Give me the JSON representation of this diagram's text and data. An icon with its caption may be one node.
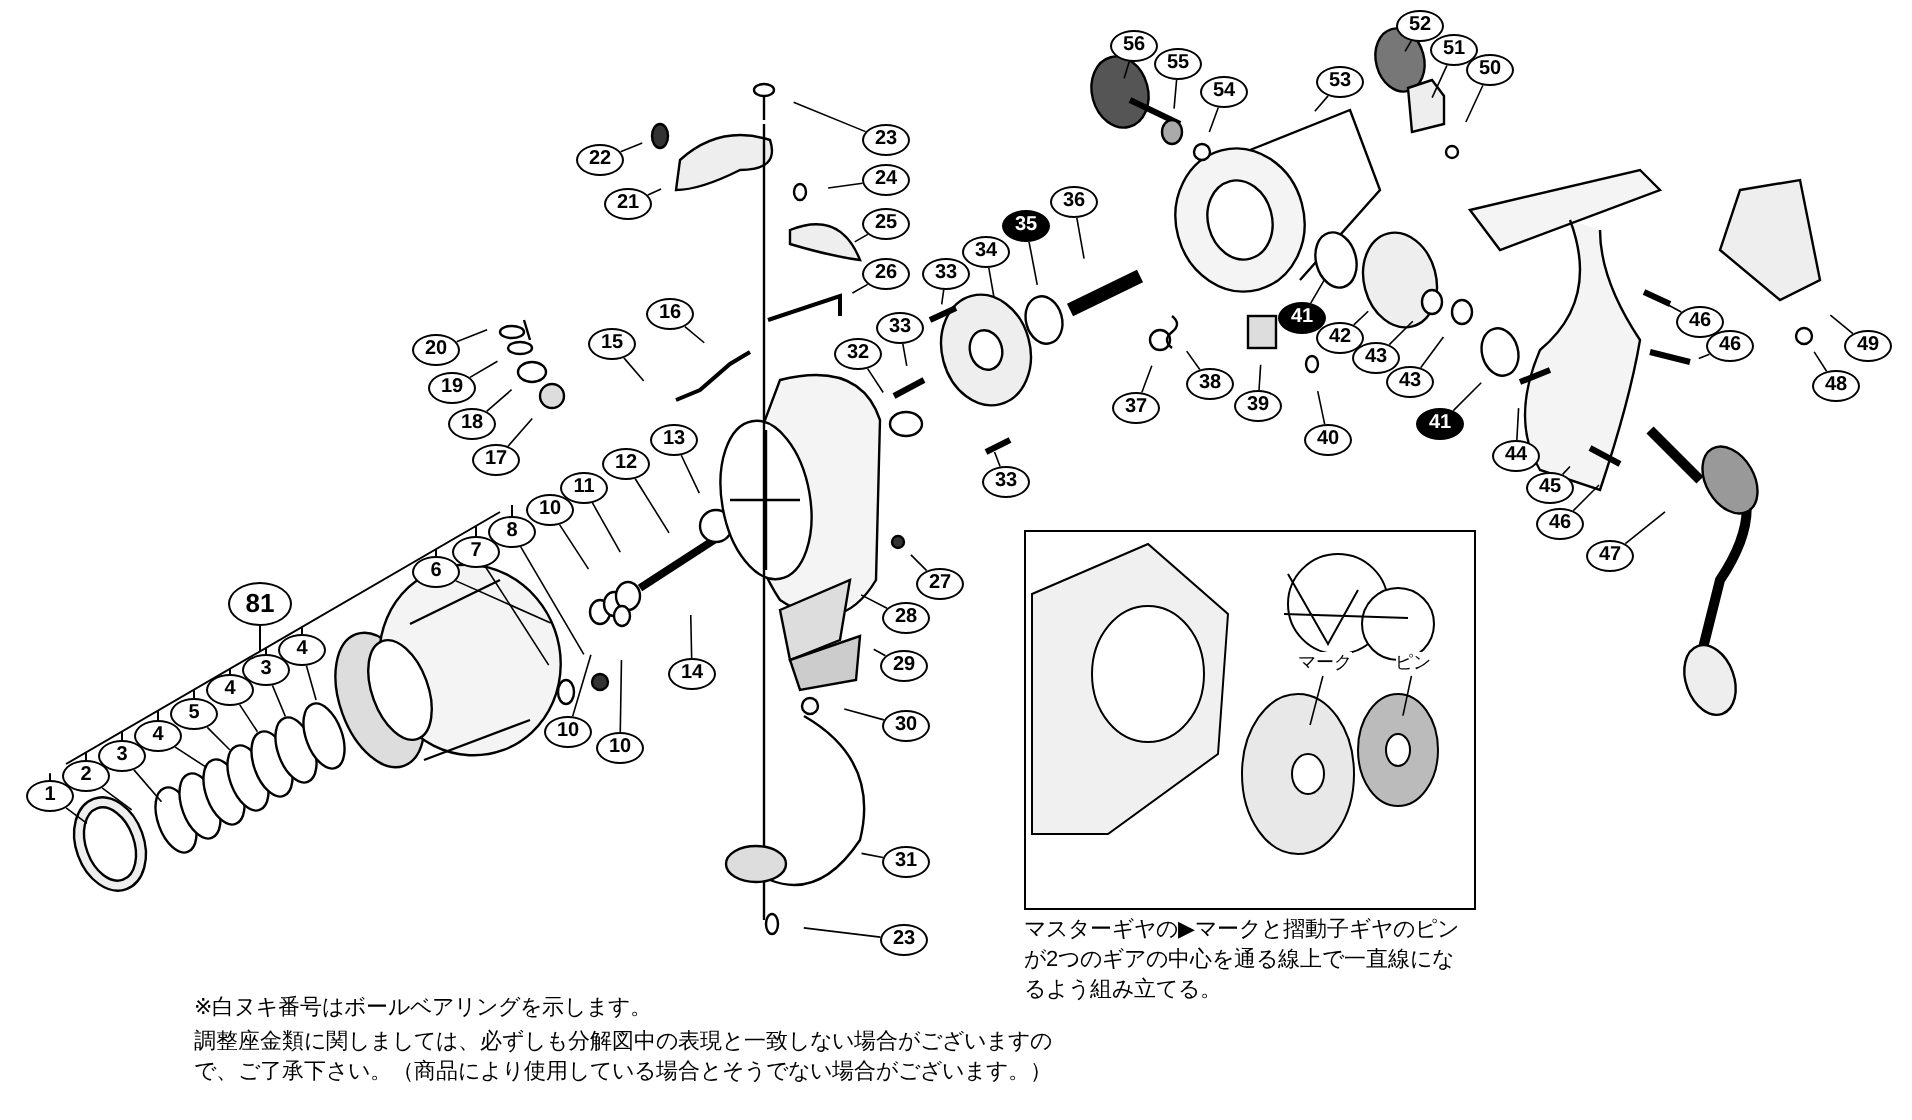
{
  "diagram": {
    "nodes": [
      {
        "text": [
          "1"
        ]
      },
      {
        "text": [
          "2"
        ]
      },
      {
        "text": [
          "3"
        ]
      },
      {
        "text": [
          "4"
        ]
      },
      {
        "text": [
          "5"
        ]
      },
      {
        "text": [
          "4"
        ]
      },
      {
        "text": [
          "3"
        ]
      },
      {
        "text": [
          "4"
        ]
      },
      {
        "text": [
          "81"
        ]
      },
      {
        "text": [
          "6"
        ]
      },
      {
        "text": [
          "7"
        ]
      },
      {
        "text": [
          "8"
        ]
      },
      {
        "text": [
          "10"
        ]
      },
      {
        "text": [
          "11"
        ]
      },
      {
        "text": [
          "12"
        ]
      },
      {
        "text": [
          "13"
        ]
      },
      {
        "text": [
          "10"
        ]
      },
      {
        "text": [
          "10"
        ]
      },
      {
        "text": [
          "14"
        ]
      },
      {
        "text": [
          "15"
        ]
      },
      {
        "text": [
          "16"
        ]
      },
      {
        "text": [
          "17"
        ]
      },
      {
        "text": [
          "18"
        ]
      },
      {
        "text": [
          "19"
        ]
      },
      {
        "text": [
          "20"
        ]
      },
      {
        "text": [
          "21"
        ]
      },
      {
        "text": [
          "22"
        ]
      },
      {
        "text": [
          "23"
        ]
      },
      {
        "text": [
          "24"
        ]
      },
      {
        "text": [
          "25"
        ]
      },
      {
        "text": [
          "26"
        ]
      },
      {
        "text": [
          "27"
        ]
      },
      {
        "text": [
          "28"
        ]
      },
      {
        "text": [
          "29"
        ]
      },
      {
        "text": [
          "30"
        ]
      },
      {
        "text": [
          "31"
        ]
      },
      {
        "text": [
          "23"
        ]
      },
      {
        "text": [
          "32"
        ]
      },
      {
        "text": [
          "33"
        ]
      },
      {
        "text": [
          "33"
        ]
      },
      {
        "text": [
          "33"
        ]
      },
      {
        "text": [
          "34"
        ]
      },
      {
        "text": [
          "35"
        ]
      },
      {
        "text": [
          "36"
        ]
      },
      {
        "text": [
          "37"
        ]
      },
      {
        "text": [
          "38"
        ]
      },
      {
        "text": [
          "39"
        ]
      },
      {
        "text": [
          "40"
        ]
      },
      {
        "text": [
          "41"
        ]
      },
      {
        "text": [
          "42"
        ]
      },
      {
        "text": [
          "43"
        ]
      },
      {
        "text": [
          "43"
        ]
      },
      {
        "text": [
          "41"
        ]
      },
      {
        "text": [
          "44"
        ]
      },
      {
        "text": [
          "45"
        ]
      },
      {
        "text": [
          "46"
        ]
      },
      {
        "text": [
          "47"
        ]
      },
      {
        "text": [
          "46"
        ]
      },
      {
        "text": [
          "46"
        ]
      },
      {
        "text": [
          "48"
        ]
      },
      {
        "text": [
          "49"
        ]
      },
      {
        "text": [
          "50"
        ]
      },
      {
        "text": [
          "51"
        ]
      },
      {
        "text": [
          "52"
        ]
      },
      {
        "text": [
          "53"
        ]
      },
      {
        "text": [
          "54"
        ]
      },
      {
        "text": [
          "55"
        ]
      },
      {
        "text": [
          "56"
        ]
      },
      {
        "text": [
          "マスターギヤの▶マークと摺動子ギヤのピンが2つのギアの中心を通る線上で一直線になるよう組み立てる。"
        ]
      },
      {
        "text": [
          "マーク"
        ],
        "in": 68
      },
      {
        "text": [
          "ピン"
        ],
        "in": 68
      }
    ],
    "edges": [
      {
        "from": 0,
        "to": null,
        "arrow": "none"
      },
      {
        "from": 1,
        "to": null,
        "arrow": "none"
      },
      {
        "from": 2,
        "to": null,
        "arrow": "none"
      },
      {
        "from": 3,
        "to": null,
        "arrow": "none"
      },
      {
        "from": 4,
        "to": null,
        "arrow": "none"
      },
      {
        "from": 5,
        "to": null,
        "arrow": "none"
      },
      {
        "from": 6,
        "to": null,
        "arrow": "none"
      },
      {
        "from": 7,
        "to": null,
        "arrow": "none"
      },
      {
        "from": 9,
        "to": null,
        "arrow": "none"
      },
      {
        "from": 10,
        "to": null,
        "arrow": "none"
      },
      {
        "from": 11,
        "to": null,
        "arrow": "none"
      },
      {
        "from": 12,
        "to": null,
        "arrow": "none"
      },
      {
        "from": 13,
        "to": null,
        "arrow": "none"
      },
      {
        "from": 14,
        "to": null,
        "arrow": "none"
      },
      {
        "from": 15,
        "to": null,
        "arrow": "none"
      },
      {
        "from": 16,
        "to": null,
        "arrow": "none"
      },
      {
        "from": 17,
        "to": null,
        "arrow": "none"
      },
      {
        "from": 18,
        "to": null,
        "arrow": "none"
      },
      {
        "from": 19,
        "to": null,
        "arrow": "none"
      },
      {
        "from": 20,
        "to": null,
        "arrow": "none"
      },
      {
        "from": 21,
        "to": null,
        "arrow": "none"
      },
      {
        "from": 22,
        "to": null,
        "arrow": "none"
      },
      {
        "from": 23,
        "to": null,
        "arrow": "none"
      },
      {
        "from": 24,
        "to": null,
        "arrow": "none"
      },
      {
        "from": 25,
        "to": null,
        "arrow": "none"
      },
      {
        "from": 26,
        "to": null,
        "arrow": "none"
      },
      {
        "from": 27,
        "to": null,
        "arrow": "none"
      },
      {
        "from": 28,
        "to": null,
        "arrow": "none"
      },
      {
        "from": 29,
        "to": null,
        "arrow": "none"
      },
      {
        "from": 30,
        "to": null,
        "arrow": "none"
      },
      {
        "from": 31,
        "to": null,
        "arrow": "none"
      },
      {
        "from": 32,
        "to": null,
        "arrow": "none"
      },
      {
        "from": 33,
        "to": null,
        "arrow": "none"
      },
      {
        "from": 34,
        "to": null,
        "arrow": "none"
      },
      {
        "from": 35,
        "to": null,
        "arrow": "none"
      },
      {
        "from": 36,
        "to": null,
        "arrow": "none"
      },
      {
        "from": 37,
        "to": null,
        "arrow": "none"
      },
      {
        "from": 38,
        "to": null,
        "arrow": "none"
      },
      {
        "from": 39,
        "to": null,
        "arrow": "none"
      },
      {
        "from": 40,
        "to": null,
        "arrow": "none"
      },
      {
        "from": 41,
        "to": null,
        "arrow": "none"
      },
      {
        "from": 42,
        "to": null,
        "arrow": "none"
      },
      {
        "from": 43,
        "to": null,
        "arrow": "none"
      },
      {
        "from": 44,
        "to": null,
        "arrow": "none"
      },
      {
        "from": 45,
        "to": null,
        "arrow": "none"
      },
      {
        "from": 46,
        "to": null,
        "arrow": "none"
      },
      {
        "from": 47,
        "to": null,
        "arrow": "none"
      },
      {
        "from": 48,
        "to": null,
        "arrow": "none"
      },
      {
        "from": 49,
        "to": null,
        "arrow": "none"
      },
      {
        "from": 50,
        "to": null,
        "arrow": "none"
      },
      {
        "from": 51,
        "to": null,
        "arrow": "none"
      },
      {
        "from": 52,
        "to": null,
        "arrow": "none"
      },
      {
        "from": 53,
        "to": null,
        "arrow": "none"
      },
      {
        "from": 54,
        "to": null,
        "arrow": "none"
      },
      {
        "from": 55,
        "to": null,
        "arrow": "none"
      },
      {
        "from": 56,
        "to": null,
        "arrow": "none"
      },
      {
        "from": 57,
        "to": null,
        "arrow": "none"
      },
      {
        "from": 58,
        "to": null,
        "arrow": "none"
      },
      {
        "from": 59,
        "to": null,
        "arrow": "none"
      },
      {
        "from": 60,
        "to": null,
        "arrow": "none"
      },
      {
        "from": 61,
        "to": null,
        "arrow": "none"
      },
      {
        "from": 62,
        "to": null,
        "arrow": "none"
      },
      {
        "from": 63,
        "to": null,
        "arrow": "none"
      },
      {
        "from": 64,
        "to": null,
        "arrow": "none"
      },
      {
        "from": 65,
        "to": null,
        "arrow": "none"
      },
      {
        "from": 66,
        "to": null,
        "arrow": "none"
      },
      {
        "from": 67,
        "to": null,
        "arrow": "none"
      },
      {
        "from": 69,
        "to": null,
        "arrow": "none"
      },
      {
        "from": 70,
        "to": null,
        "arrow": "none"
      }
    ],
    "labels": [
      "※白ヌキ番号はボールベアリングを示します。",
      "調整座金類に関しましては、必ずしも分解図中の表現と一致しない場合がございますので、ご了承下さい。（商品により使用している場合とそうでない場合がございます。）"
    ]
  }
}
